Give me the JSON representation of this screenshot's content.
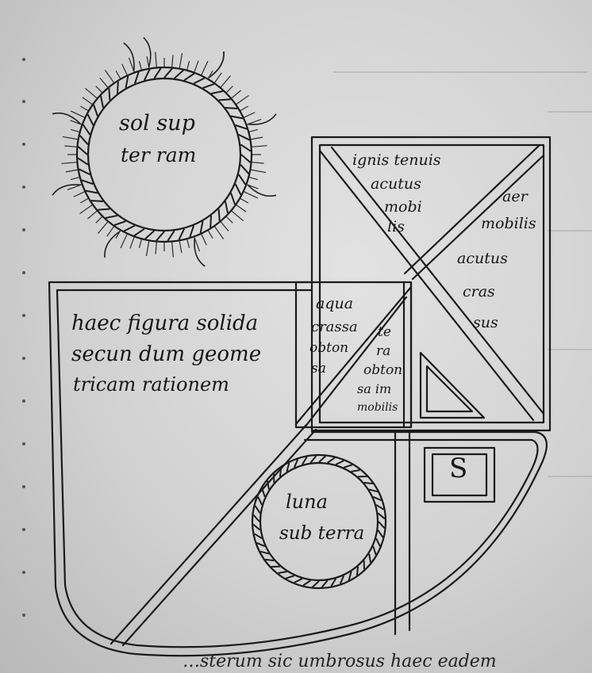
{
  "sun": {
    "line1": "sol sup",
    "line2": "ter ram"
  },
  "ignis": {
    "line1": "ignis tenuis",
    "line2": "acutus",
    "line3": "mobi",
    "line4": "lis"
  },
  "aer": {
    "line1": "aer",
    "line2": "mobilis",
    "line3": "acutus",
    "line4": "cras",
    "line5": "sus"
  },
  "aqua": {
    "line1": "aqua",
    "line2": "crassa",
    "line3": "obton",
    "line4": "sa"
  },
  "terra": {
    "line1": "te",
    "line2": "ra",
    "line3": "obton",
    "line4": "sa im",
    "line5": "mobilis"
  },
  "caption": {
    "line1": "haec figura solida",
    "line2": "secun dum geome",
    "line3": "tricam rationem"
  },
  "moon": {
    "line1": "luna",
    "line2": "sub terra"
  },
  "letter_s": "S",
  "bottom_text": "…sterum sic umbrosus haec eadem"
}
